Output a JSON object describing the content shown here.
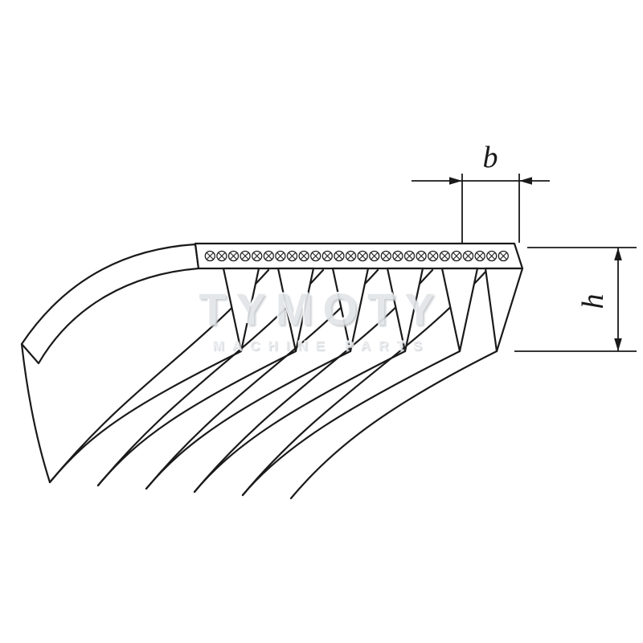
{
  "diagram": {
    "subject": "poly-v-ribbed-belt-cross-section",
    "dimensions": {
      "b_label": "b",
      "h_label": "h"
    },
    "watermark": {
      "title": "TYMOTY",
      "subtitle": "MACHINE PARTS"
    },
    "colors": {
      "line": "#1a1a1a",
      "background": "#ffffff",
      "watermark_text": "#e2e5e8"
    }
  }
}
